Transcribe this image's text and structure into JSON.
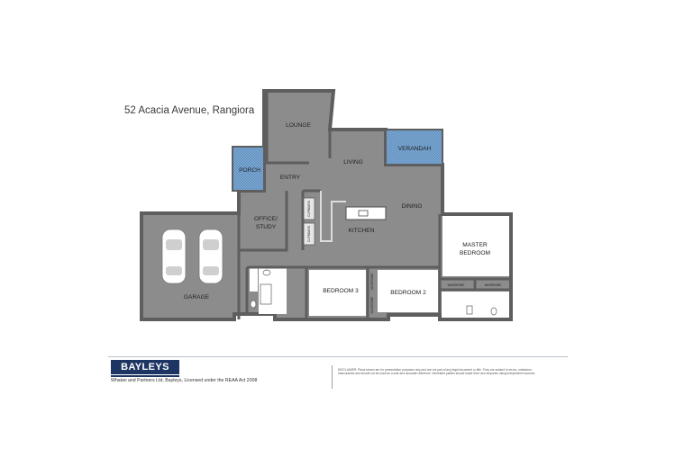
{
  "title": "52 Acacia Avenue, Rangiora",
  "rooms": {
    "lounge": "LOUNGE",
    "living": "LIVING",
    "verandah": "VERANDAH",
    "porch": "PORCH",
    "entry": "ENTRY",
    "office_line1": "OFFICE/",
    "office_line2": "STUDY",
    "dining": "DINING",
    "kitchen": "KITCHEN",
    "cupboard": "CUPBOARD",
    "garage": "GARAGE",
    "bedroom3": "BEDROOM 3",
    "bedroom2": "BEDROOM 2",
    "master_line1": "MASTER",
    "master_line2": "BEDROOM",
    "wardrobe": "WARDROBE"
  },
  "footer": {
    "brand": "BAYLEYS",
    "agency": "Whalan and Partners Ltd, Bayleys, Licensed under the REAA Act 2008",
    "disclaimer": "DISCLAIMER: Plans shown are for presentation purposes only and are not part of any legal document or title. They are subject to errors, omissions, inaccuracies and should not be used as a sole and accurate reference. Interested parties should make their own enquiries using independent sources."
  },
  "colors": {
    "floor": "#8c8c8c",
    "wall": "#5e5e5e",
    "deck": "#5f8fbf",
    "brand": "#1d3563"
  }
}
